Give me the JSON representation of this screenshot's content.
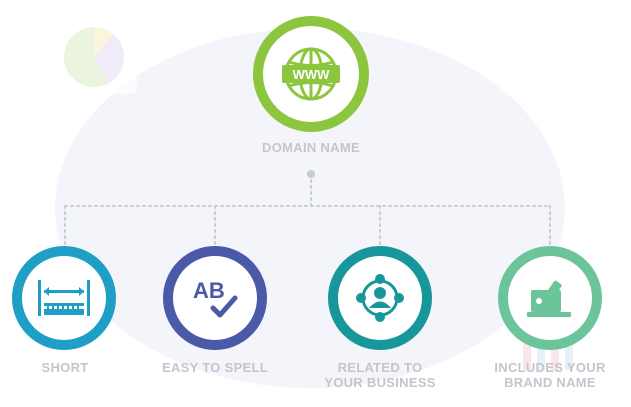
{
  "top_node": {
    "label": "DOMAIN NAME",
    "icon": "www-globe-icon",
    "color": "#8cc63f"
  },
  "children": [
    {
      "lines": [
        "SHORT"
      ],
      "icon": "ruler-icon",
      "color": "#1f9fc6"
    },
    {
      "lines": [
        "EASY TO SPELL"
      ],
      "icon": "ab-check-icon",
      "color": "#4a5aa8"
    },
    {
      "lines": [
        "RELATED TO",
        "YOUR BUSINESS"
      ],
      "icon": "business-network-icon",
      "color": "#17979a"
    },
    {
      "lines": [
        "INCLUDES YOUR",
        "BRAND NAME"
      ],
      "icon": "brand-laptop-icon",
      "color": "#6cc49a"
    }
  ],
  "colors": {
    "label_gray": "#c4c6cc",
    "connector": "#c9ccd3",
    "background_blob": "#f3f5fb"
  }
}
